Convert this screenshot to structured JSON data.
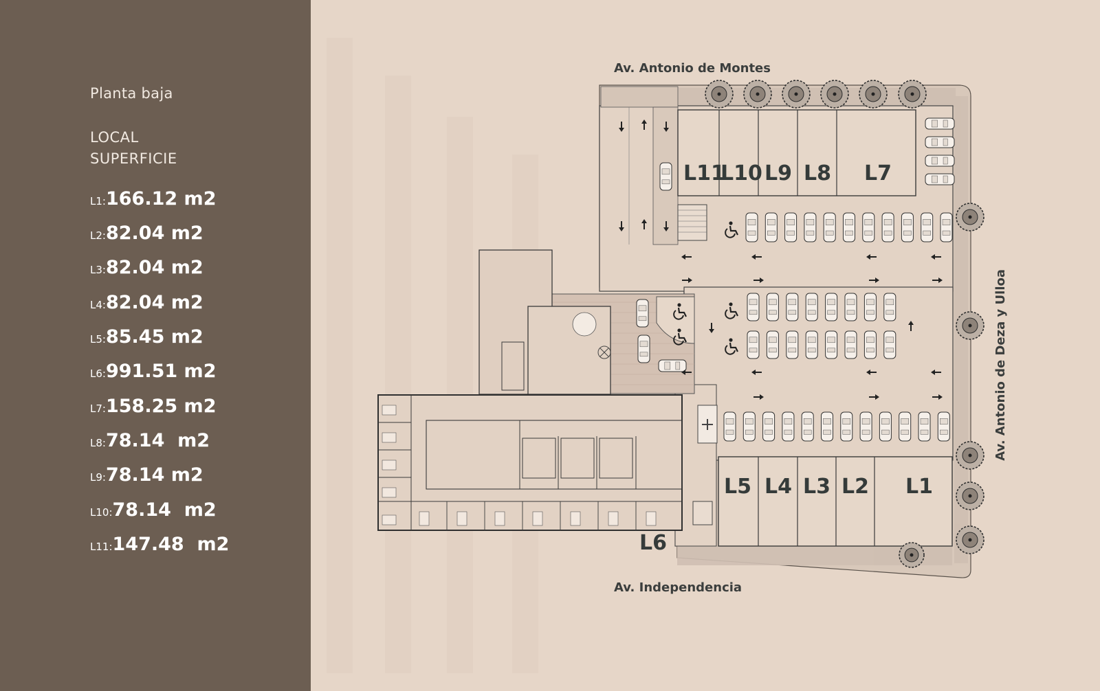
{
  "sidebar": {
    "title": "Planta baja",
    "heading_local": "LOCAL",
    "heading_superficie": "SUPERFICIE",
    "units": [
      {
        "label": "L1:",
        "area": "166.12 m2"
      },
      {
        "label": "L2:",
        "area": "82.04 m2"
      },
      {
        "label": "L3:",
        "area": "82.04 m2"
      },
      {
        "label": "L4:",
        "area": "82.04 m2"
      },
      {
        "label": "L5:",
        "area": "85.45 m2"
      },
      {
        "label": "L6:",
        "area": "991.51 m2"
      },
      {
        "label": "L7:",
        "area": "158.25 m2"
      },
      {
        "label": "L8:",
        "area": "78.14  m2"
      },
      {
        "label": "L9:",
        "area": "78.14 m2"
      },
      {
        "label": "L10:",
        "area": "78.14  m2"
      },
      {
        "label": "L11:",
        "area": "147.48  m2"
      }
    ]
  },
  "map": {
    "streets": {
      "top": "Av. Antonio de Montes",
      "right": "Av. Antonio de Deza y Ulloa",
      "bottom": "Av. Independencia"
    },
    "shops_top": [
      "L11",
      "L10",
      "L9",
      "L8",
      "L7"
    ],
    "shops_bottom": [
      "L5",
      "L4",
      "L3",
      "L2",
      "L1"
    ],
    "shop_l6": "L6",
    "icons": [
      "tree-icon",
      "car-icon",
      "wheelchair-icon",
      "arrow-icon",
      "ambulance-icon",
      "stair-icon"
    ]
  },
  "colors": {
    "sidebar_bg": "#6c5e52",
    "page_bg": "#e6d6c8",
    "plan_line": "#3a3a3a",
    "text_dark": "#353b3a"
  }
}
